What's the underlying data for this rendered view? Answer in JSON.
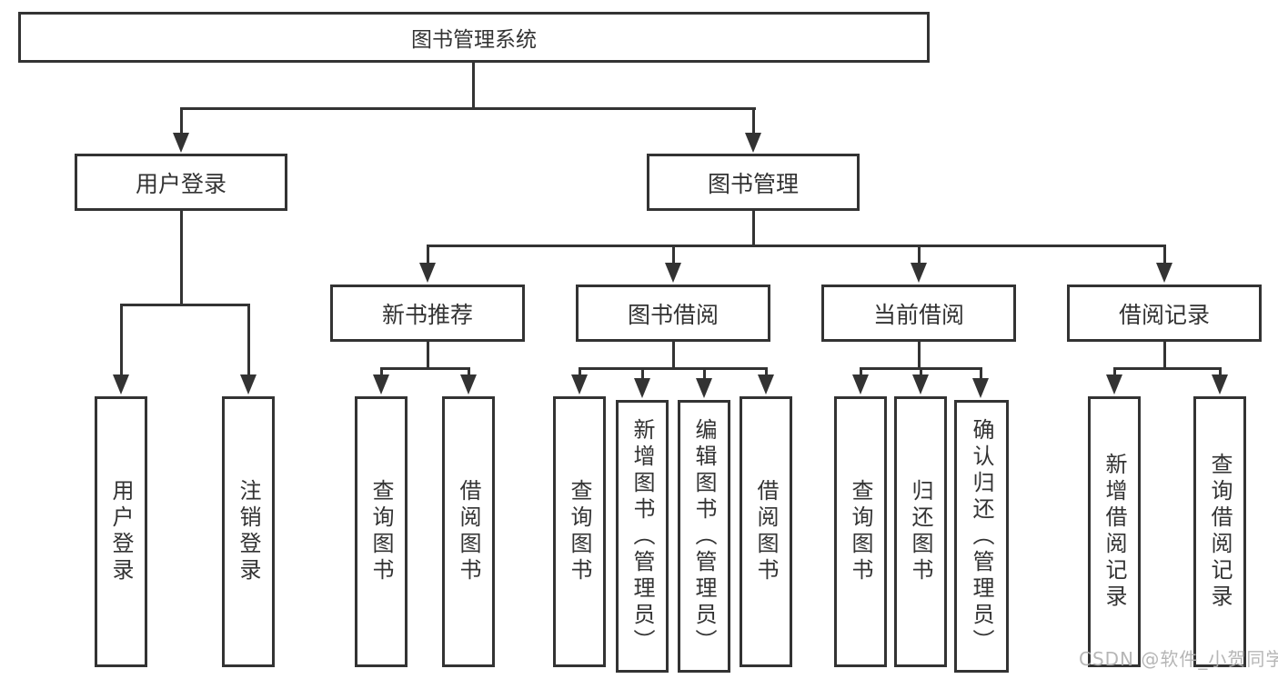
{
  "colors": {
    "line": "#333333",
    "box_border": "#333333",
    "text": "#333333",
    "background": "#ffffff",
    "watermark_text": "#b0b0b0"
  },
  "tree": {
    "label": "图书管理系统",
    "children": [
      {
        "label": "用户登录",
        "children": [
          {
            "label": "用户登录"
          },
          {
            "label": "注销登录"
          }
        ]
      },
      {
        "label": "图书管理",
        "children": [
          {
            "label": "新书推荐",
            "children": [
              {
                "label": "查询图书"
              },
              {
                "label": "借阅图书"
              }
            ]
          },
          {
            "label": "图书借阅",
            "children": [
              {
                "label": "查询图书"
              },
              {
                "label": "新增图书（管理员）"
              },
              {
                "label": "编辑图书（管理员）"
              },
              {
                "label": "借阅图书"
              }
            ]
          },
          {
            "label": "当前借阅",
            "children": [
              {
                "label": "查询图书"
              },
              {
                "label": "归还图书"
              },
              {
                "label": "确认归还（管理员）"
              }
            ]
          },
          {
            "label": "借阅记录",
            "children": [
              {
                "label": "新增借阅记录"
              },
              {
                "label": "查询借阅记录"
              }
            ]
          }
        ]
      }
    ]
  },
  "watermark": {
    "text": "CSDN @软件_小贺同学"
  }
}
